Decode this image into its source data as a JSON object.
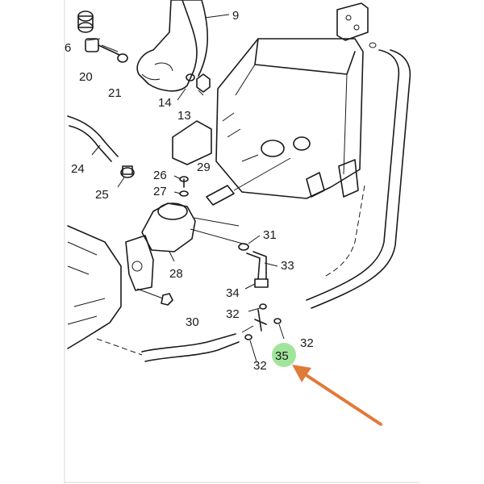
{
  "labels": {
    "l6": "6",
    "l9": "9",
    "l13": "13",
    "l14": "14",
    "l20": "20",
    "l21": "21",
    "l24": "24",
    "l25": "25",
    "l26": "26",
    "l27": "27",
    "l28": "28",
    "l29": "29",
    "l30": "30",
    "l31": "31",
    "l32a": "32",
    "l32b": "32",
    "l32c": "32",
    "l33": "33",
    "l34": "34",
    "l35": "35"
  },
  "highlight": {
    "part": "35",
    "color": "#8fe08a"
  },
  "arrow": {
    "color": "#e07a3a"
  }
}
